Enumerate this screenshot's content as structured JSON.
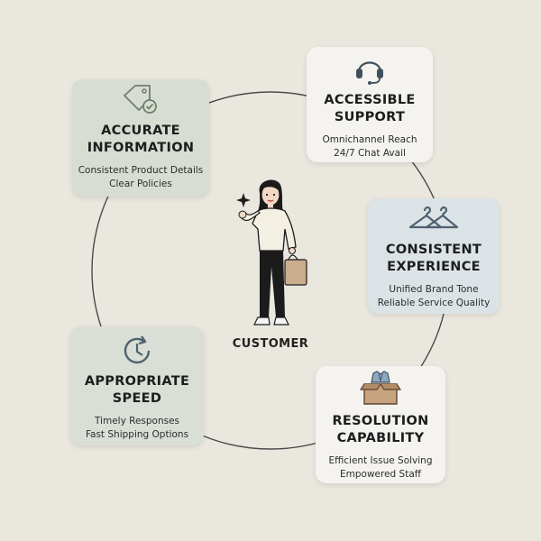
{
  "customer": {
    "label": "CUSTOMER"
  },
  "cards": {
    "accurate_information": {
      "title": [
        "ACCURATE",
        "INFORMATION"
      ],
      "details": [
        "Consistent Product Details",
        "Clear Policies"
      ],
      "icon": "price-tag-check-icon"
    },
    "accessible_support": {
      "title": [
        "ACCESSIBLE",
        "SUPPORT"
      ],
      "details": [
        "Omnichannel Reach",
        "24/7 Chat Avail"
      ],
      "icon": "headset-icon"
    },
    "consistent_experience": {
      "title": [
        "CONSISTENT",
        "EXPERIENCE"
      ],
      "details": [
        "Unified Brand Tone",
        "Reliable Service Quality"
      ],
      "icon": "hangers-icon"
    },
    "appropriate_speed": {
      "title": [
        "APPROPRIATE",
        "SPEED"
      ],
      "details": [
        "Timely Responses",
        "Fast Shipping Options"
      ],
      "icon": "clock-refresh-icon"
    },
    "resolution_capability": {
      "title": [
        "RESOLUTION",
        "CAPABILITY"
      ],
      "details": [
        "Efficient Issue Solving",
        "Empowered Staff"
      ],
      "icon": "box-with-shirt-icon"
    }
  },
  "colors": {
    "background": "#eae7df",
    "ring": "#4a4a4a",
    "card_sage": "#d7ddd3",
    "card_light": "#f4f3ef",
    "card_blue": "#dce3e6",
    "icon_slate": "#4f6170"
  }
}
